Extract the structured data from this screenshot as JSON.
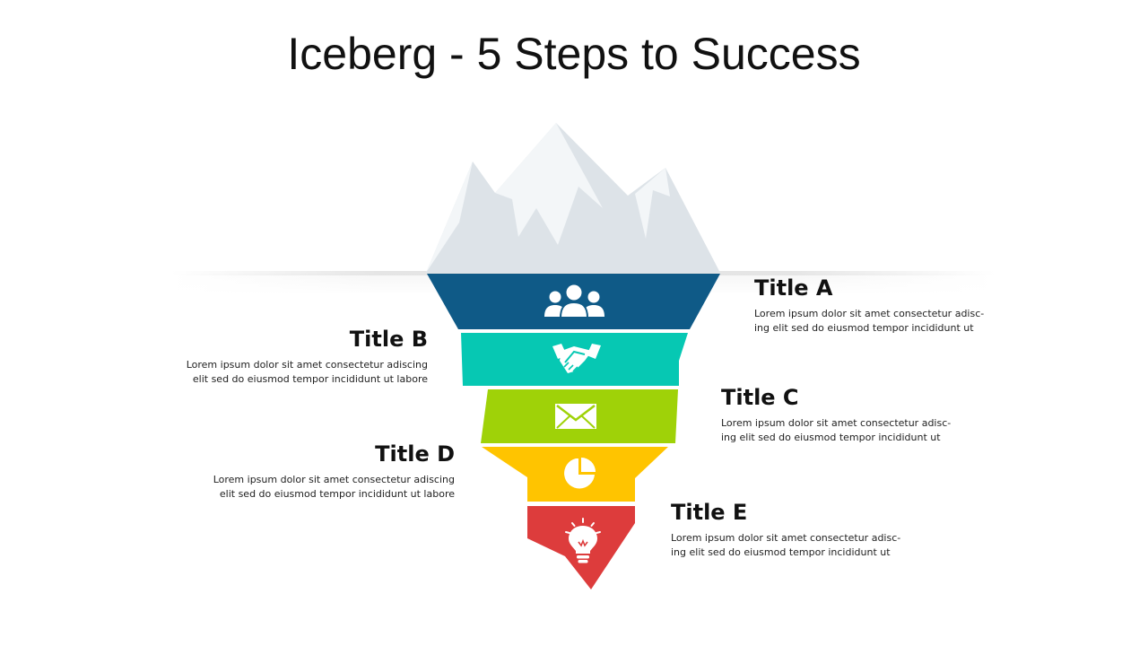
{
  "slide": {
    "title": "Iceberg - 5 Steps to Success"
  },
  "steps": [
    {
      "title": "Title A",
      "line1": "Lorem ipsum dolor sit amet consectetur adisc-",
      "line2": "ing elit sed do eiusmod tempor incididunt ut",
      "icon": "users-icon",
      "color": "#0f5a87"
    },
    {
      "title": "Title B",
      "line1": "Lorem ipsum dolor sit amet consectetur adiscing",
      "line2": "elit sed do eiusmod tempor incididunt ut labore",
      "icon": "handshake-icon",
      "color": "#06c8b3"
    },
    {
      "title": "Title C",
      "line1": "Lorem ipsum dolor sit amet consectetur adisc-",
      "line2": "ing elit sed do eiusmod tempor incididunt ut",
      "icon": "envelope-icon",
      "color": "#9fd208"
    },
    {
      "title": "Title D",
      "line1": "Lorem ipsum dolor sit amet consectetur adiscing",
      "line2": "elit sed do eiusmod tempor incididunt ut labore",
      "icon": "pie-chart-icon",
      "color": "#ffc400"
    },
    {
      "title": "Title E",
      "line1": "Lorem ipsum dolor sit amet consectetur adisc-",
      "line2": "ing elit sed do eiusmod tempor incididunt ut",
      "icon": "lightbulb-icon",
      "color": "#dd3c3c"
    }
  ],
  "iceberg_colors": {
    "snow_light": "#f3f6f8",
    "snow_shadow": "#dde3e8"
  }
}
